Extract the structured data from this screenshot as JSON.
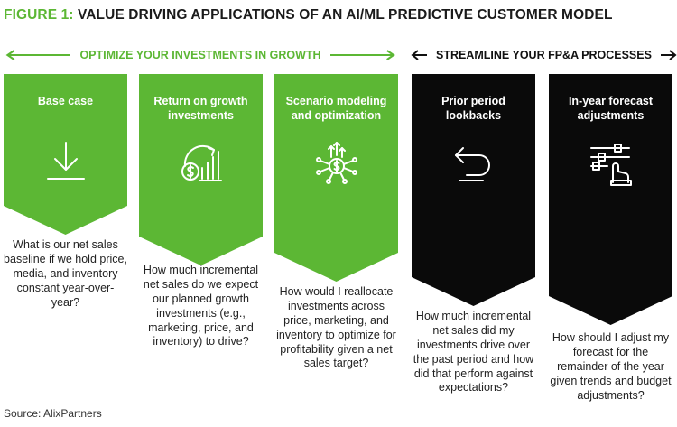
{
  "title": {
    "number": "FIGURE 1:",
    "text": "VALUE DRIVING APPLICATIONS OF AN AI/ML PREDICTIVE CUSTOMER MODEL"
  },
  "sections": [
    {
      "label": "OPTIMIZE YOUR INVESTMENTS IN GROWTH",
      "color": "#5cb734"
    },
    {
      "label": "STREAMLINE YOUR FP&A PROCESSES",
      "color": "#111111"
    }
  ],
  "cards": [
    {
      "title": "Base case",
      "icon": "download-arrow-icon",
      "color": "#5cb734",
      "question": "What is our net sales baseline if we hold price, media, and inventory constant year-over-year?"
    },
    {
      "title": "Return on growth investments",
      "icon": "growth-chart-dollar-icon",
      "color": "#5cb734",
      "question": "How much incremental net sales do we expect our planned growth investments (e.g., marketing, price, and inventory) to drive?"
    },
    {
      "title": "Scenario modeling and optimization",
      "icon": "scenario-network-icon",
      "color": "#5cb734",
      "question": "How would I reallocate investments across price, marketing, and inventory to optimize for profitability given a net sales target?"
    },
    {
      "title": "Prior period lookbacks",
      "icon": "return-arrow-icon",
      "color": "#0a0a0a",
      "question": "How much incremental net sales did my investments drive over the past period and how did that perform against expectations?"
    },
    {
      "title": "In-year forecast adjustments",
      "icon": "slider-adjust-hand-icon",
      "color": "#0a0a0a",
      "question": "How should I adjust my forecast for the remainder of the year given trends and budget adjustments?"
    }
  ],
  "source": "Source: AlixPartners"
}
